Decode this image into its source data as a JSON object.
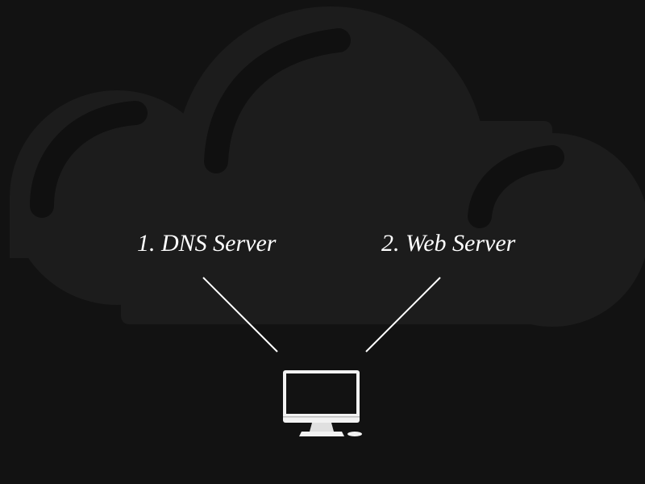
{
  "diagram": {
    "nodes": [
      {
        "id": "dns",
        "label": "1. DNS Server"
      },
      {
        "id": "web",
        "label": "2. Web Server"
      },
      {
        "id": "client",
        "icon": "desktop-computer-icon"
      }
    ],
    "edges": [
      {
        "from": "client",
        "to": "dns"
      },
      {
        "from": "client",
        "to": "web"
      }
    ],
    "background_icon": "cloud-icon"
  },
  "colors": {
    "background": "#121212",
    "cloud": "#1c1c1c",
    "cloud_highlight": "#101010",
    "text": "#ffffff",
    "line": "#ffffff",
    "computer": "#f2f2f2"
  }
}
